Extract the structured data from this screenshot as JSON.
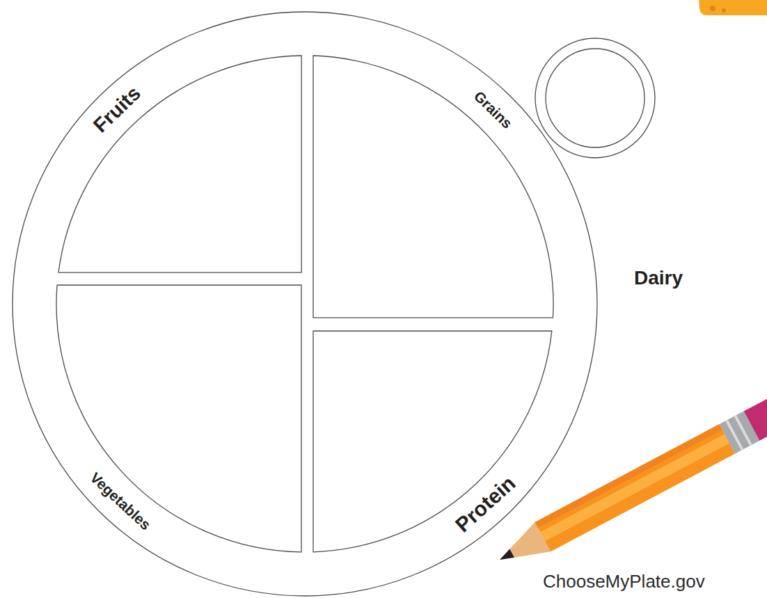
{
  "diagram": {
    "nodes": [
      {
        "text": [
          "Fruits"
        ]
      },
      {
        "text": [
          "Grains"
        ]
      },
      {
        "text": [
          "Dairy"
        ]
      },
      {
        "text": [
          "Vegetables"
        ]
      },
      {
        "text": [
          "Protein"
        ]
      }
    ],
    "labels": [
      "ChooseMyPlate.gov"
    ]
  }
}
